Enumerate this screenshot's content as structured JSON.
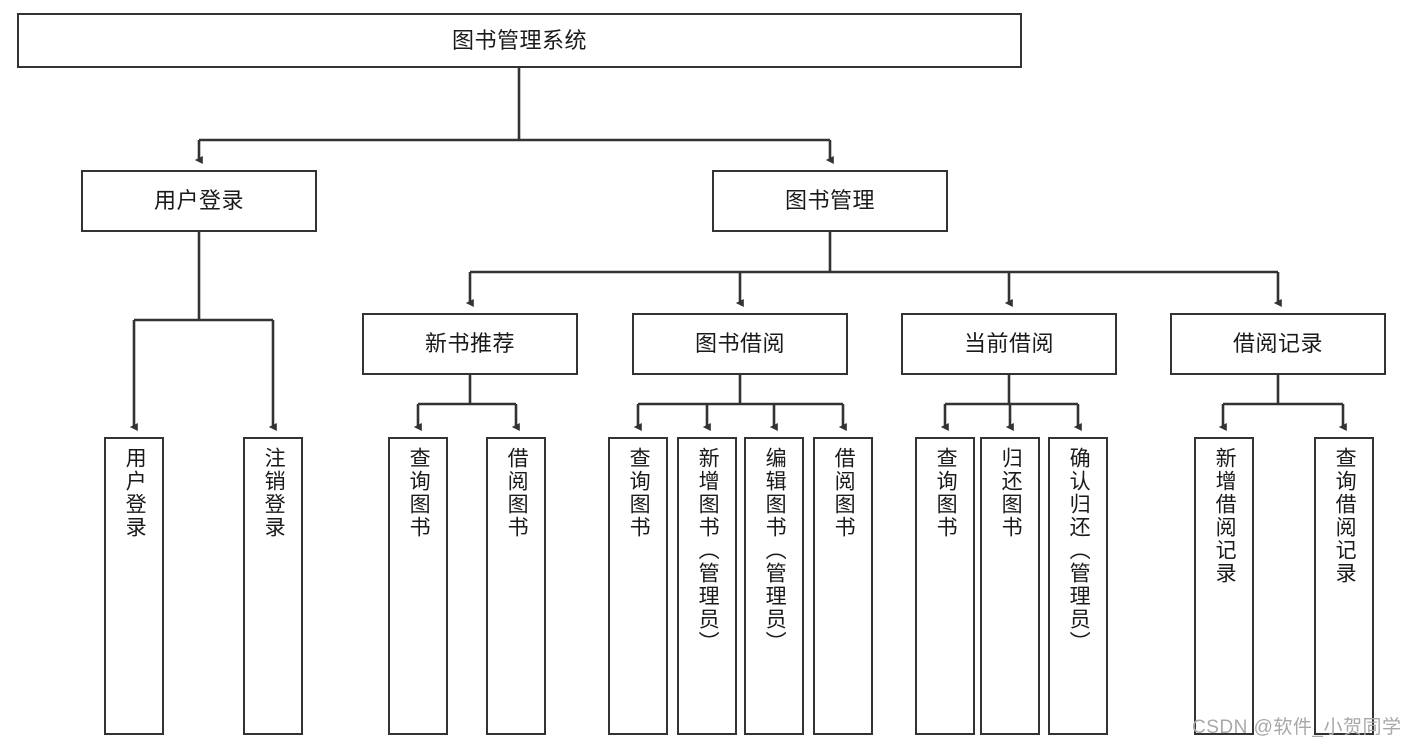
{
  "diagram": {
    "type": "hierarchy-tree",
    "title": "图书管理系统",
    "watermark": "CSDN @软件_小贺同学",
    "colors": {
      "node_border": "#333333",
      "node_fill": "#ffffff",
      "edge": "#333333",
      "text": "#1a1a1a",
      "watermark": "#a8a8a8",
      "background": "#ffffff"
    },
    "nodes": {
      "root": {
        "label": "图书管理系统"
      },
      "level2": [
        {
          "id": "user-login",
          "label": "用户登录"
        },
        {
          "id": "book-manage",
          "label": "图书管理"
        }
      ],
      "level3": [
        {
          "id": "new-book-recommend",
          "label": "新书推荐"
        },
        {
          "id": "book-borrow",
          "label": "图书借阅"
        },
        {
          "id": "current-borrow",
          "label": "当前借阅"
        },
        {
          "id": "borrow-record",
          "label": "借阅记录"
        }
      ],
      "leaves": {
        "user_login": [
          {
            "id": "leaf-user-login",
            "label": "用户登录"
          },
          {
            "id": "leaf-logout",
            "label": "注销登录"
          }
        ],
        "new_book_recommend": [
          {
            "id": "leaf-query-book-1",
            "label": "查询图书"
          },
          {
            "id": "leaf-borrow-book-1",
            "label": "借阅图书"
          }
        ],
        "book_borrow": [
          {
            "id": "leaf-query-book-2",
            "label": "查询图书"
          },
          {
            "id": "leaf-add-book",
            "label": "新增图书（管理员）"
          },
          {
            "id": "leaf-edit-book",
            "label": "编辑图书（管理员）"
          },
          {
            "id": "leaf-borrow-book-2",
            "label": "借阅图书"
          }
        ],
        "current_borrow": [
          {
            "id": "leaf-query-book-3",
            "label": "查询图书"
          },
          {
            "id": "leaf-return-book",
            "label": "归还图书"
          },
          {
            "id": "leaf-confirm-return",
            "label": "确认归还（管理员）"
          }
        ],
        "borrow_record": [
          {
            "id": "leaf-add-record",
            "label": "新增借阅记录"
          },
          {
            "id": "leaf-query-record",
            "label": "查询借阅记录"
          }
        ]
      }
    }
  }
}
